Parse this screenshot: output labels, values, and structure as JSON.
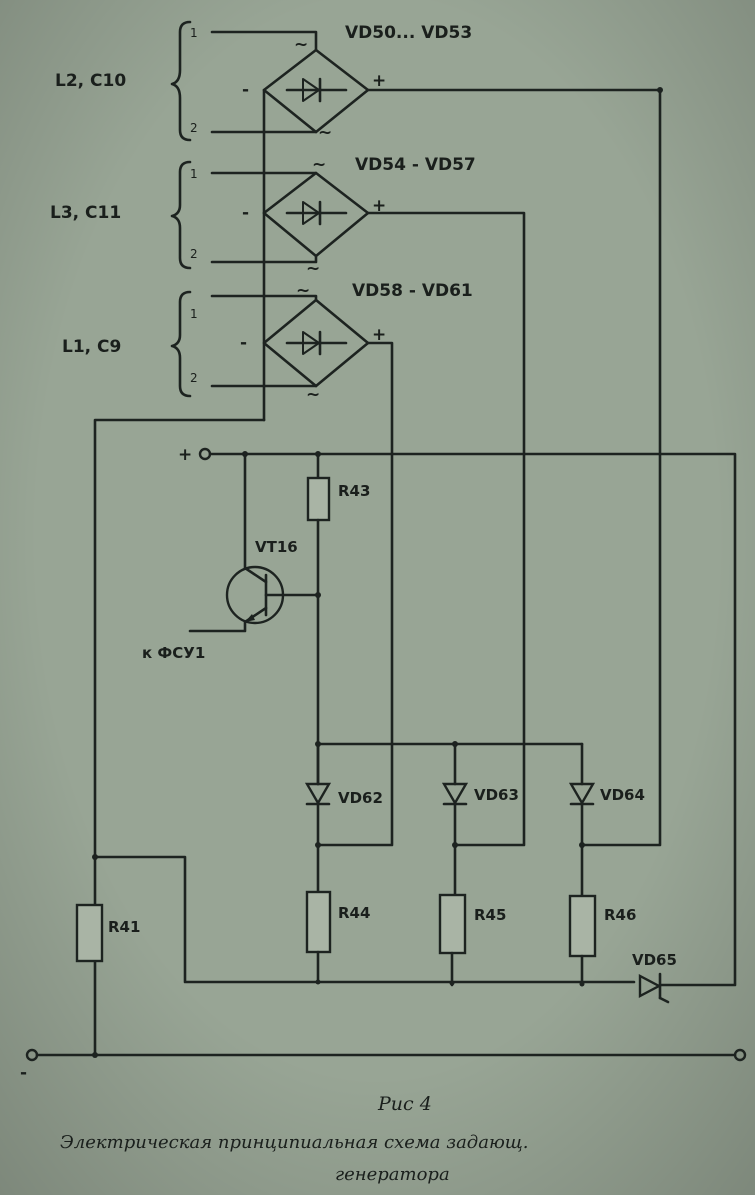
{
  "winding_groups": [
    {
      "label": "L2, C10",
      "pin_top": "1",
      "pin_bottom": "2"
    },
    {
      "label": "L3, C11",
      "pin_top": "1",
      "pin_bottom": "2"
    },
    {
      "label": "L1, C9",
      "pin_top": "1",
      "pin_bottom": "2"
    }
  ],
  "bridges": [
    {
      "label": "VD50... VD53"
    },
    {
      "label": "VD54 - VD57"
    },
    {
      "label": "VD58 - VD61"
    }
  ],
  "symbols": {
    "plus": "+",
    "minus": "-",
    "ac": "~"
  },
  "power": {
    "plus_terminal": "+",
    "minus_terminal": "-"
  },
  "transistor": {
    "label": "VT16"
  },
  "input": {
    "label": "к ФСУ1"
  },
  "resistors": {
    "r41": "R41",
    "r43": "R43",
    "r44": "R44",
    "r45": "R45",
    "r46": "R46"
  },
  "diodes": {
    "vd62": "VD62",
    "vd63": "VD63",
    "vd64": "VD64",
    "vd65": "VD65"
  },
  "figure": {
    "number": "Рис 4"
  },
  "caption": {
    "line1": "Электрическая принципиальная схема задающ.",
    "line2": "генератора"
  }
}
